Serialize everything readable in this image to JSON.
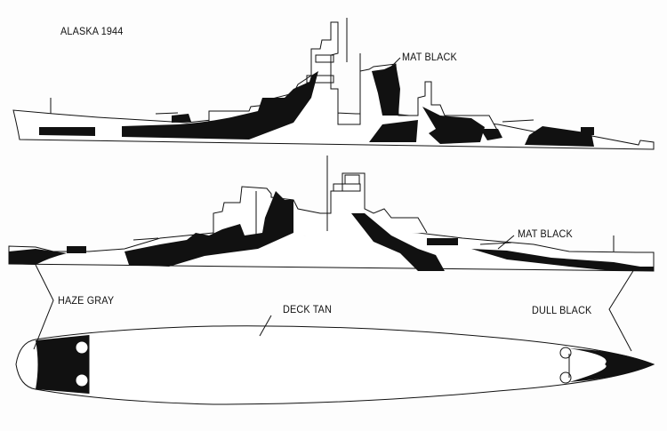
{
  "title": "ALASKA 1944",
  "labels": {
    "mat_black_top": "MAT BLACK",
    "mat_black_bottom": "MAT BLACK",
    "haze_gray": "HAZE GRAY",
    "deck_tan": "DECK TAN",
    "dull_black": "DULL BLACK"
  },
  "colors": {
    "ink": "#111111",
    "paper": "#fdfdfd"
  }
}
